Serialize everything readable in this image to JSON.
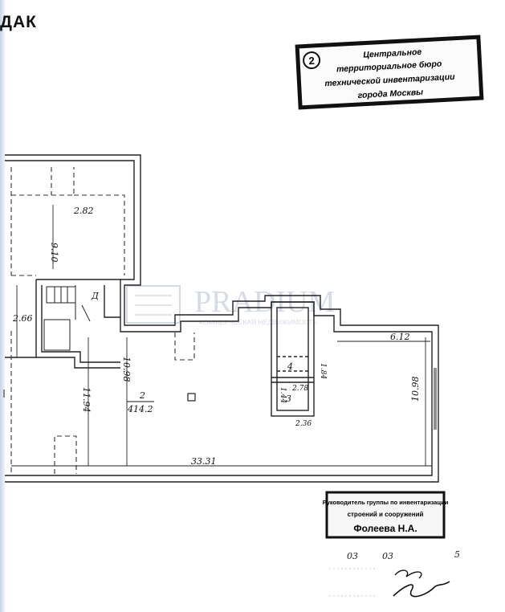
{
  "header": {
    "corner_label": "ДАК"
  },
  "stamp_top": {
    "number": "2",
    "lines": [
      "Центральное",
      "территориальное бюро",
      "технической инвентаризации",
      "города Москвы"
    ]
  },
  "watermark": {
    "brand": "PRADIUM",
    "tagline": "КОММЕРЧЕСКАЯ НЕДВИЖИМОСТЬ"
  },
  "plan": {
    "dimensions": {
      "d_282": "2.82",
      "d_910": "9.10",
      "d_266": "2.66",
      "d_1194": "11.94",
      "d_1098": "10.98",
      "d_612": "6.12",
      "d_1098_right": "10.98",
      "d_3331": "33.31",
      "d_278": "2.78",
      "d_144": "1.44",
      "d_236": "2.36",
      "d_184": "1.84"
    },
    "rooms": {
      "room_d": "Д",
      "room_2": "2",
      "room_2_area": "414.2",
      "room_4": "4",
      "room_3": "3"
    }
  },
  "stamp_bottom": {
    "lines": [
      "Руководитель группы по инвентаризации",
      "строений и сооружений"
    ],
    "name": "Фолеева Н.А."
  },
  "date": {
    "day": "03",
    "month": "03",
    "year_digit": "5"
  }
}
